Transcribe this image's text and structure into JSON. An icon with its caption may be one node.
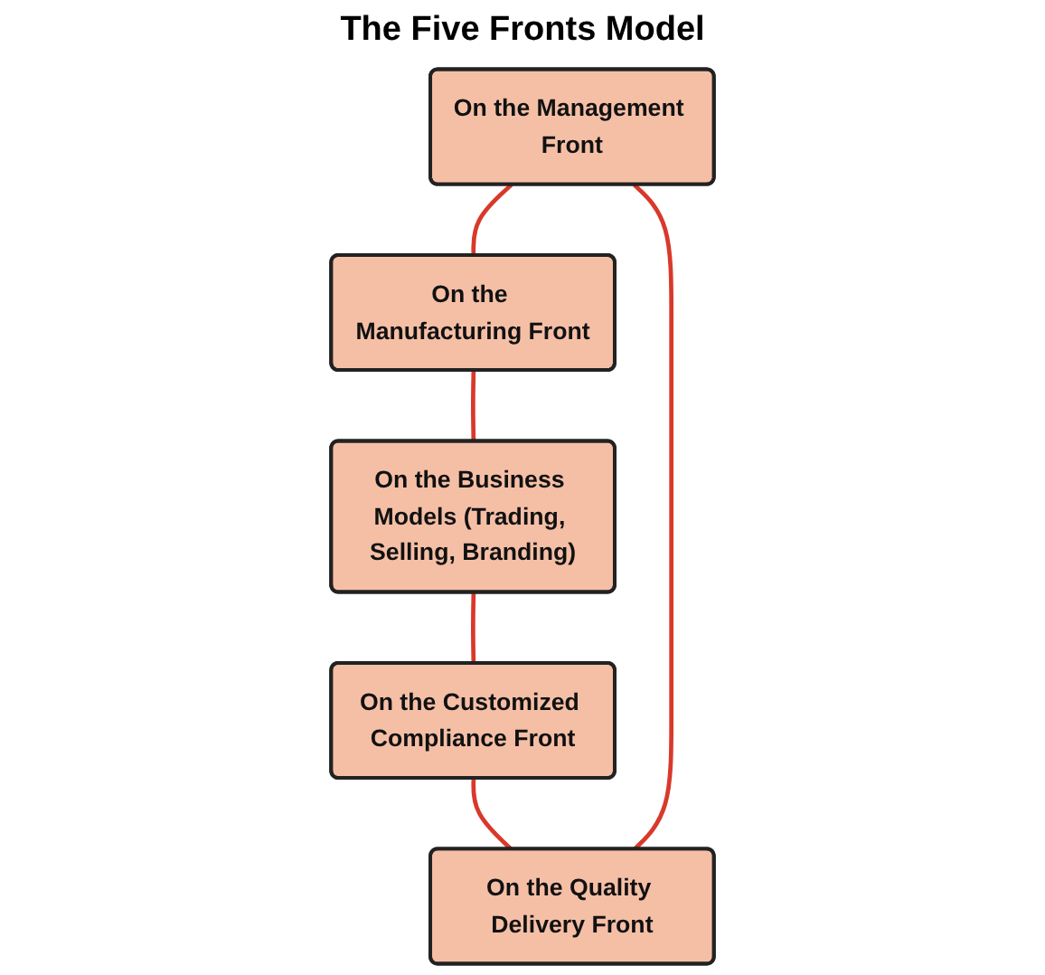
{
  "diagram": {
    "title": "The Five Fronts Model",
    "nodes": [
      {
        "text": [
          "On the Management Front"
        ]
      },
      {
        "text": [
          "On the Quality Delivery Front"
        ]
      },
      {
        "text": [
          "On the Manufacturing Front"
        ]
      },
      {
        "text": [
          "On the Customized Compliance Front"
        ]
      },
      {
        "text": [
          "On the Business Models (Trading, Selling, Branding)"
        ]
      }
    ],
    "edges": [
      {
        "from": 0,
        "to": 2,
        "arrow": "none"
      },
      {
        "from": 2,
        "to": 4,
        "arrow": "none"
      },
      {
        "from": 4,
        "to": 3,
        "arrow": "none"
      },
      {
        "from": 3,
        "to": 1,
        "arrow": "none"
      },
      {
        "from": 1,
        "to": 0,
        "arrow": "none"
      }
    ]
  }
}
